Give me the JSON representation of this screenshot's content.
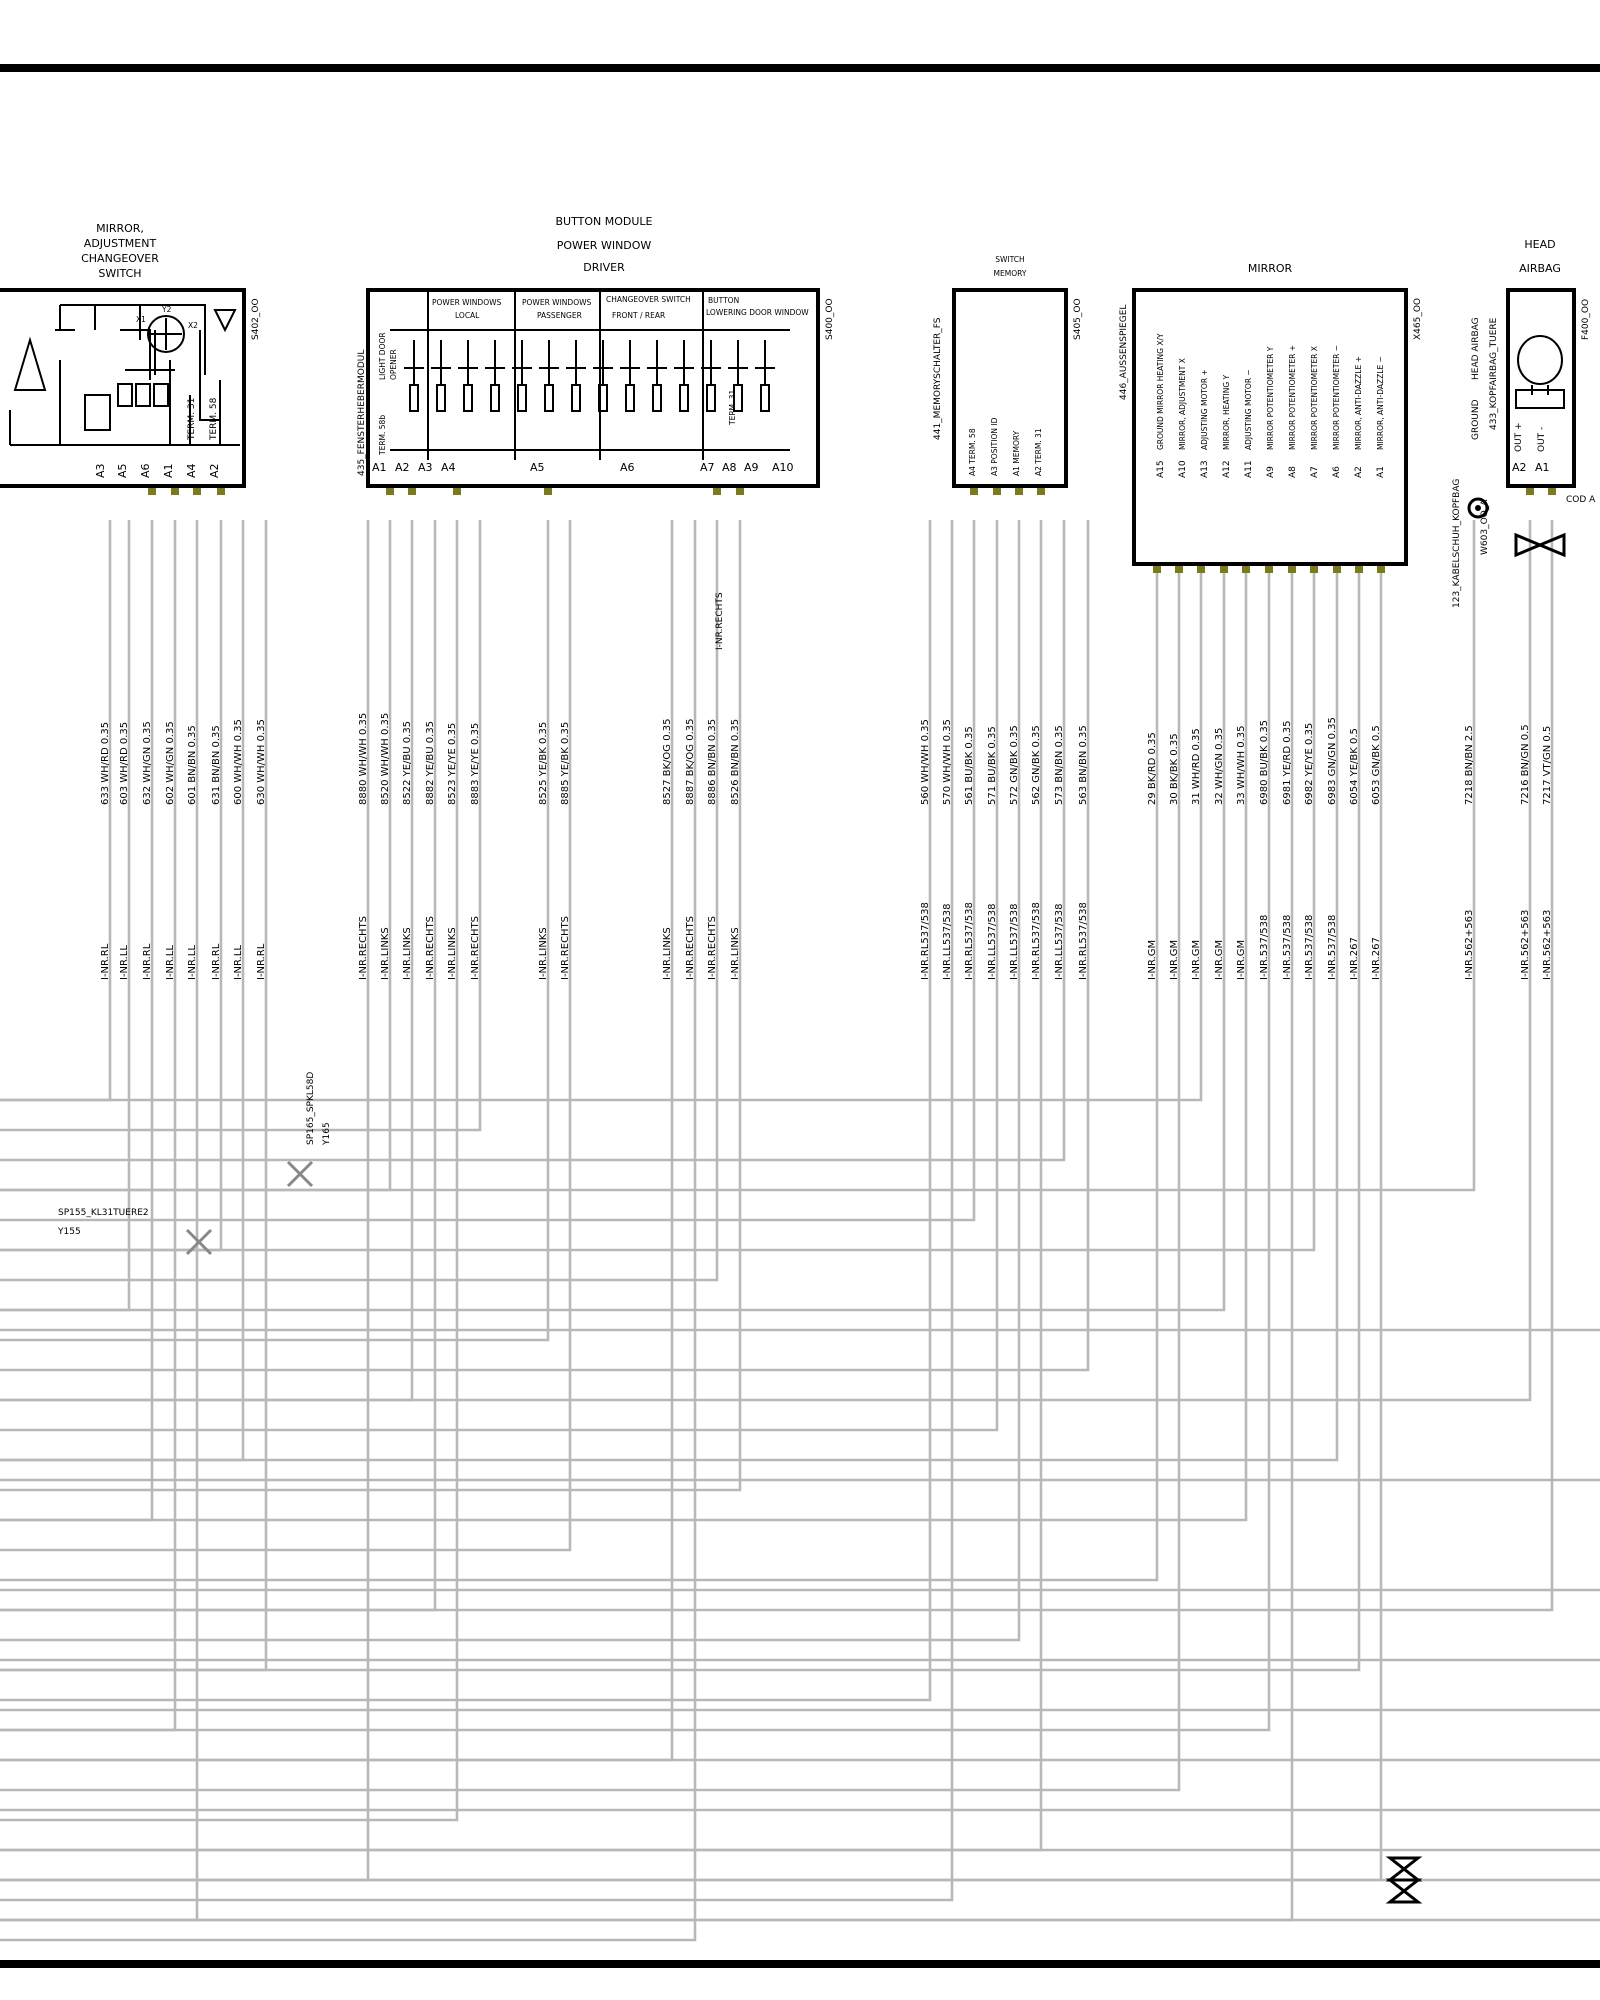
{
  "components": {
    "mirror_switch": {
      "title_lines": [
        "MIRROR,",
        "ADJUSTMENT",
        "CHANGEOVER",
        "SWITCH"
      ],
      "code": "S402_OO",
      "inner_labels": [
        "TERM. 31",
        "TERM. 58",
        "X1",
        "X2",
        "Y2"
      ],
      "pins": [
        "A3",
        "A5",
        "A6",
        "A1",
        "A4",
        "A2"
      ]
    },
    "window_module": {
      "title_lines": [
        "BUTTON MODULE",
        "POWER WINDOW",
        "DRIVER"
      ],
      "code": "S400_OO",
      "side_label": "435_FENSTERHEBERMODUL",
      "sections": [
        [
          "LIGHT DOOR",
          "OPENER"
        ],
        [
          "POWER WINDOWS",
          "LOCAL"
        ],
        [
          "POWER WINDOWS",
          "PASSENGER"
        ],
        [
          "CHANGEOVER SWITCH",
          "FRONT  /  REAR"
        ],
        [
          "BUTTON",
          "LOWERING DOOR WINDOW"
        ]
      ],
      "inner_labels": [
        "TERM. 58b",
        "TERM. 31"
      ],
      "pins": [
        "A1",
        "A2",
        "A3",
        "A4",
        "A5",
        "A6",
        "A7",
        "A8",
        "A9",
        "A10"
      ]
    },
    "memory_switch": {
      "title_lines": [
        "SWITCH",
        "MEMORY"
      ],
      "code": "S405_OO",
      "side_label": "441_MEMORYSCHALTER_FS",
      "inner_labels": [
        "A4  TERM. 58",
        "A3  POSITION ID",
        "A1  MEMORY",
        "A2  TERM. 31"
      ]
    },
    "mirror": {
      "title": "MIRROR",
      "code": "X465_OO",
      "side_label": "446_AUSSENSPIEGEL",
      "pin_rows": [
        {
          "pin": "A15",
          "label": "GROUND MIRROR HEATING  X/Y"
        },
        {
          "pin": "A10",
          "label": "MIRROR, ADJUSTMENT  X"
        },
        {
          "pin": "A13",
          "label": "ADJUSTING  MOTOR +"
        },
        {
          "pin": "A12",
          "label": "MIRROR, HEATING  Y"
        },
        {
          "pin": "A11",
          "label": "ADJUSTING  MOTOR −"
        },
        {
          "pin": "A9",
          "label": "MIRROR  POTENTIOMETER Y"
        },
        {
          "pin": "A8",
          "label": "MIRROR  POTENTIOMETER +"
        },
        {
          "pin": "A7",
          "label": "MIRROR  POTENTIOMETER X"
        },
        {
          "pin": "A6",
          "label": "MIRROR  POTENTIOMETER −"
        },
        {
          "pin": "A2",
          "label": "MIRROR, ANTI-DAZZLE +"
        },
        {
          "pin": "A1",
          "label": "MIRROR, ANTI-DAZZLE −"
        }
      ]
    },
    "head_airbag": {
      "title_lines": [
        "HEAD",
        "AIRBAG"
      ],
      "code": "F400_OO",
      "side_label": "433_KOPFAIRBAG_TUERE",
      "inner_labels": [
        "GROUND",
        "HEAD AIRBAG",
        "OUT +",
        "OUT -"
      ],
      "pins": [
        "A2",
        "A1"
      ],
      "connector_label": "COD A"
    },
    "ground": {
      "label": "123_KABELSCHUH_KOPFBAG",
      "code": "W603_OO_A"
    }
  },
  "splices": [
    {
      "name": "SP165_SPKL58D",
      "code": "Y165"
    },
    {
      "name": "SP155_KL31TUERE2",
      "code": "Y155"
    }
  ],
  "wires": [
    {
      "label": "633 WH/RD 0.35",
      "route": "I-NR.RL"
    },
    {
      "label": "603 WH/RD 0.35",
      "route": "I-NR.LL"
    },
    {
      "label": "632 WH/GN 0.35",
      "route": "I-NR.RL"
    },
    {
      "label": "602 WH/GN 0.35",
      "route": "I-NR.LL"
    },
    {
      "label": "601 BN/BN 0.35",
      "route": "I-NR.LL"
    },
    {
      "label": "631 BN/BN 0.35",
      "route": "I-NR.RL"
    },
    {
      "label": "600 WH/WH 0.35",
      "route": "I-NR.LL"
    },
    {
      "label": "630 WH/WH 0.35",
      "route": "I-NR.RL"
    },
    {
      "label": "8880 WH/WH 0.35",
      "route": "I-NR.RECHTS"
    },
    {
      "label": "8520 WH/WH 0.35",
      "route": "I-NR.LINKS"
    },
    {
      "label": "8522 YE/BU 0.35",
      "route": "I-NR.LINKS"
    },
    {
      "label": "8882 YE/BU 0.35",
      "route": "I-NR.RECHTS"
    },
    {
      "label": "8523 YE/YE 0.35",
      "route": "I-NR.LINKS"
    },
    {
      "label": "8883 YE/YE 0.35",
      "route": "I-NR.RECHTS"
    },
    {
      "label": "8525 YE/BK 0.35",
      "route": "I-NR.LINKS"
    },
    {
      "label": "8885 YE/BK 0.35",
      "route": "I-NR.RECHTS"
    },
    {
      "label": "8527 BK/OG 0.35",
      "route": "I-NR.LINKS"
    },
    {
      "label": "8887 BK/OG 0.35",
      "route": "I-NR.RECHTS"
    },
    {
      "label": "8886 BN/BN 0.35",
      "route": "I-NR.RECHTS"
    },
    {
      "label": "8526 BN/BN 0.35",
      "route": "I-NR.LINKS"
    },
    {
      "label": "560 WH/WH 0.35",
      "route": "I-NR.RL537/538"
    },
    {
      "label": "570 WH/WH 0.35",
      "route": "I-NR.LL537/538"
    },
    {
      "label": "561 BU/BK 0.35",
      "route": "I-NR.RL537/538"
    },
    {
      "label": "571 BU/BK 0.35",
      "route": "I-NR.LL537/538"
    },
    {
      "label": "572 GN/BK 0.35",
      "route": "I-NR.LL537/538"
    },
    {
      "label": "562 GN/BK 0.35",
      "route": "I-NR.RL537/538"
    },
    {
      "label": "573 BN/BN 0.35",
      "route": "I-NR.LL537/538"
    },
    {
      "label": "563 BN/BN 0.35",
      "route": "I-NR.RL537/538"
    },
    {
      "label": "29 BK/RD 0.35",
      "route": "I-NR.GM"
    },
    {
      "label": "30 BK/BK 0.35",
      "route": "I-NR.GM"
    },
    {
      "label": "31 WH/RD 0.35",
      "route": "I-NR.GM"
    },
    {
      "label": "32 WH/GN 0.35",
      "route": "I-NR.GM"
    },
    {
      "label": "33 WH/WH 0.35",
      "route": "I-NR.GM"
    },
    {
      "label": "6980 BU/BK 0.35",
      "route": "I-NR.537/538"
    },
    {
      "label": "6981 YE/RD 0.35",
      "route": "I-NR.537/538"
    },
    {
      "label": "6982 YE/YE 0.35",
      "route": "I-NR.537/538"
    },
    {
      "label": "6983 GN/GN 0.35",
      "route": "I-NR.537/538"
    },
    {
      "label": "6054 YE/BK 0.5",
      "route": "I-NR.267"
    },
    {
      "label": "6053 GN/BK 0.5",
      "route": "I-NR.267"
    },
    {
      "label": "7218 BN/BN 2.5",
      "route": "I-NR.562+563"
    },
    {
      "label": "7216 BN/GN 0.5",
      "route": "I-NR.562+563"
    },
    {
      "label": "7217 VT/GN 0.5",
      "route": "I-NR.562+563"
    }
  ],
  "extra_labels": [
    "I-NR.RECHTS"
  ]
}
